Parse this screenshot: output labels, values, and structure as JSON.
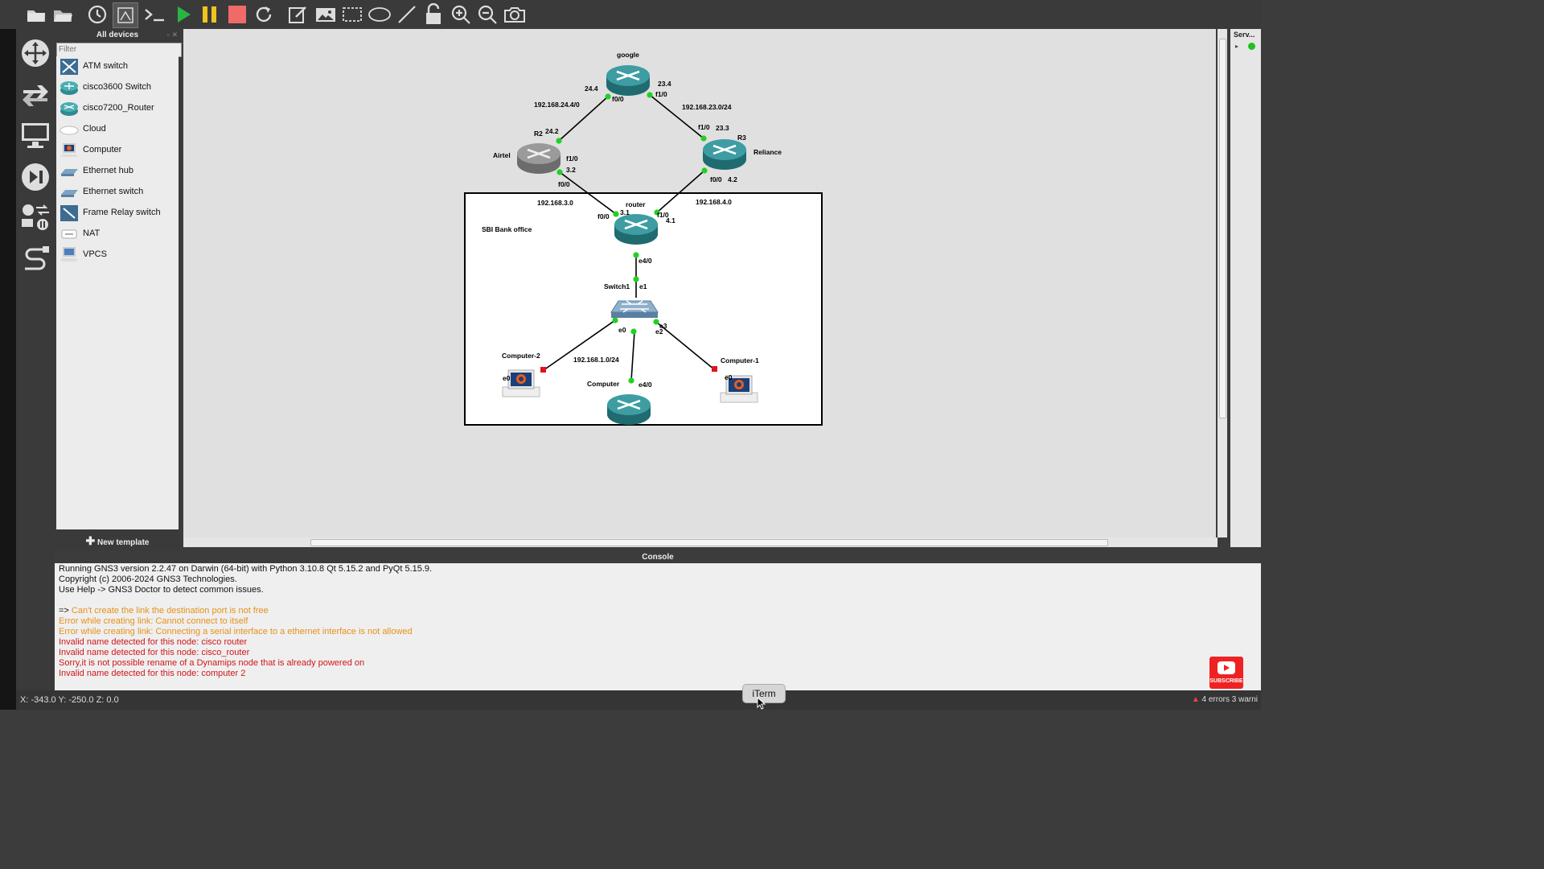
{
  "toolbar": {
    "buttons": [
      "new-project-icon",
      "open-project-icon",
      "snapshot-icon",
      "show-interface-labels-icon",
      "console-all-icon",
      "start-all-icon",
      "suspend-all-icon",
      "stop-all-icon",
      "reload-all-icon",
      "add-note-icon",
      "insert-image-icon",
      "draw-rectangle-icon",
      "draw-ellipse-icon",
      "draw-line-icon",
      "lock-unlock-icon",
      "zoom-in-icon",
      "zoom-out-icon",
      "screenshot-icon"
    ]
  },
  "dock": {
    "title": "All devices",
    "filter_placeholder": "Filter",
    "new_template": "New template",
    "devices": [
      {
        "label": "ATM switch",
        "icon": "atm-switch-icon"
      },
      {
        "label": "cisco3600 Switch",
        "icon": "switch-icon"
      },
      {
        "label": "cisco7200_Router",
        "icon": "router-icon"
      },
      {
        "label": "Cloud",
        "icon": "cloud-icon"
      },
      {
        "label": "Computer",
        "icon": "computer-icon"
      },
      {
        "label": "Ethernet hub",
        "icon": "hub-icon"
      },
      {
        "label": "Ethernet switch",
        "icon": "ethernet-switch-icon"
      },
      {
        "label": "Frame Relay switch",
        "icon": "frame-relay-icon"
      },
      {
        "label": "NAT",
        "icon": "nat-icon"
      },
      {
        "label": "VPCS",
        "icon": "vpcs-icon"
      }
    ]
  },
  "topology": {
    "nodes": {
      "google": "google",
      "airtel": "Airtel",
      "r2": "R2",
      "reliance": "Reliance",
      "r3": "R3",
      "router": "router",
      "switch1": "Switch1",
      "computer": "Computer",
      "computer1": "Computer-1",
      "computer2": "Computer-2"
    },
    "networks": {
      "n24": "192.168.24.4/0",
      "n23": "192.168.23.0/24",
      "n3": "192.168.3.0",
      "n4": "192.168.4.0",
      "n1": "192.168.1.0/24"
    },
    "area_label": "SBI Bank office",
    "ports": {
      "g_ip24": "24.4",
      "g_f00": "f0/0",
      "g_ip23": "23.4",
      "g_f10": "f1/0",
      "a_ip242": "24.2",
      "a_f10": "f1/0",
      "a_ip32": "3.2",
      "a_f00": "f0/0",
      "r_f10": "f1/0",
      "r_ip233": "23.3",
      "r_f00": "f0/0",
      "r_ip42": "4.2",
      "rt_f00": "f0/0",
      "rt_ip31": "3.1",
      "rt_f10": "f1/0",
      "rt_ip41": "4.1",
      "rt_e40": "e4/0",
      "sw_e1": "e1",
      "sw_e0": "e0",
      "sw_e3": "e3",
      "sw_e2": "e2",
      "c2_e0": "e0",
      "c1_e0": "e0",
      "c_e40": "e4/0"
    }
  },
  "server_panel": {
    "title": "Serv..."
  },
  "console": {
    "title": "Console",
    "lines": [
      {
        "text": "Running GNS3 version 2.2.47 on Darwin (64-bit) with Python 3.10.8 Qt 5.15.2 and PyQt 5.15.9.",
        "level": "info"
      },
      {
        "text": "Copyright (c) 2006-2024 GNS3 Technologies.",
        "level": "info"
      },
      {
        "text": "Use Help -> GNS3 Doctor to detect common issues.",
        "level": "info"
      },
      {
        "text": "",
        "level": "info"
      },
      {
        "text": "Can't create the link the destination port is not free",
        "level": "warning",
        "prompt": "=> "
      },
      {
        "text": "Error while creating link: Cannot connect to itself",
        "level": "warning"
      },
      {
        "text": "Error while creating link: Connecting a serial interface to a ethernet interface is not allowed",
        "level": "warning"
      },
      {
        "text": "Invalid name detected for this node: cisco router",
        "level": "error"
      },
      {
        "text": "Invalid name detected for this node: cisco_router",
        "level": "error"
      },
      {
        "text": "Sorry,it is not possible rename of a Dynamips node that is already powered on",
        "level": "error"
      },
      {
        "text": "Invalid name detected for this node: computer 2",
        "level": "error"
      }
    ]
  },
  "status": {
    "coords": "X: -343.0 Y: -250.0 Z: 0.0",
    "errors": "4 errors 3 warni"
  },
  "dock_tooltip": "iTerm",
  "subscribe_label": "SUBSCRIBE",
  "colors": {
    "warning": "#e8901a",
    "error": "#d0161a",
    "link_up": "#22d022",
    "link_down": "#e0141e",
    "router": "#2f8b8f",
    "play": "#29b543",
    "pause": "#f3c21e",
    "stop": "#f06a6a"
  }
}
